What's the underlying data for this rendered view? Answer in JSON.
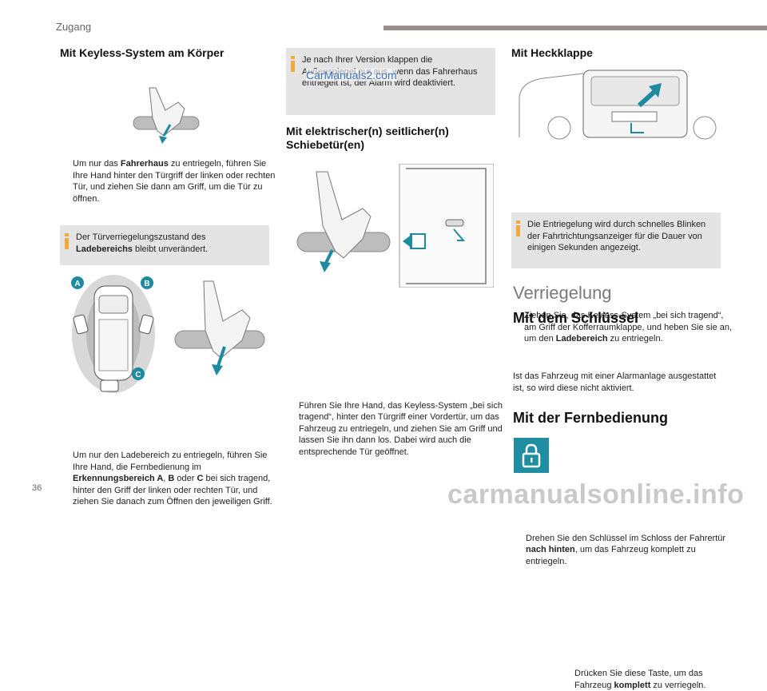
{
  "header": {
    "section": "Zugang"
  },
  "page_number": "36",
  "watermark": "carmanualsonline.info",
  "watermark_small": "CarManuals2.com",
  "col1": {
    "title": "Mit Keyless-System am Körper",
    "para1_pre": "Um nur das ",
    "para1_bold": "Fahrerhaus",
    "para1_post": " zu entriegeln, führen Sie Ihre Hand hinter den Türgriff der linken oder rechten Tür, und ziehen Sie dann am Griff, um die Tür zu öffnen.",
    "info_pre": "Der Türverriegelungszustand des ",
    "info_bold": "Ladebereichs",
    "info_post": " bleibt unverändert.",
    "labels": {
      "a": "A",
      "b": "B",
      "c": "C"
    },
    "para2_a": "Um nur den Ladebereich zu entriegeln, führen Sie Ihre Hand, die Fernbedienung im ",
    "para2_b1": "Erkennungsbereich A",
    "para2_c": ", ",
    "para2_b2": "B",
    "para2_d": " oder ",
    "para2_b3": "C",
    "para2_e": " bei sich tragend, hinter den Griff der linken oder rechten Tür, und ziehen Sie danach zum Öffnen den jeweiligen Griff."
  },
  "col2": {
    "info": "Je nach Ihrer Version klappen die Außenspiegel nur aus, wenn das Fahrerhaus entriegelt ist, der Alarm wird deaktiviert.",
    "title": "Mit elektrischer(n) seitlicher(n) Schiebetür(en)",
    "para": "Führen Sie Ihre Hand, das Keyless-System „bei sich tragend“, hinter den Türgriff einer Vordertür, um das Fahrzeug zu entriegeln, und ziehen Sie am Griff und lassen Sie ihn dann los. Dabei wird auch die entsprechende Tür geöffnet."
  },
  "col3": {
    "title": "Mit Heckklappe",
    "para_pre": "Ziehen Sie, das Keyless-System „bei sich tragend“, am Griff der Kofferraumklappe, und heben Sie sie an, um den ",
    "para_bold": "Ladebereich",
    "para_post": " zu entriegeln.",
    "info": "Die Entriegelung wird durch schnelles Blinken der Fahrtrichtungsanzeiger für die Dauer von einigen Sekunden angezeigt.",
    "big_title": "Verriegelung",
    "sec1": "Mit dem Schlüssel",
    "sec1_pre": "Drehen Sie den Schlüssel im Schloss der Fahrertür ",
    "sec1_bold": "nach hinten",
    "sec1_post": ", um das Fahrzeug komplett zu entriegeln.",
    "sec1_note": "Ist das Fahrzeug mit einer Alarmanlage ausgestattet ist, so wird diese nicht aktiviert.",
    "sec2": "Mit der Fernbedienung",
    "sec2_pre": "Drücken Sie diese Taste, um das Fahrzeug ",
    "sec2_bold": "komplett",
    "sec2_post": " zu verriegeln."
  },
  "bullet_symbol": "",
  "colors": {
    "accent": "#f2a93b",
    "info_bg": "#e4e4e4",
    "lock_button": "#1f8ea3",
    "arrow": "#1e8aa0"
  }
}
